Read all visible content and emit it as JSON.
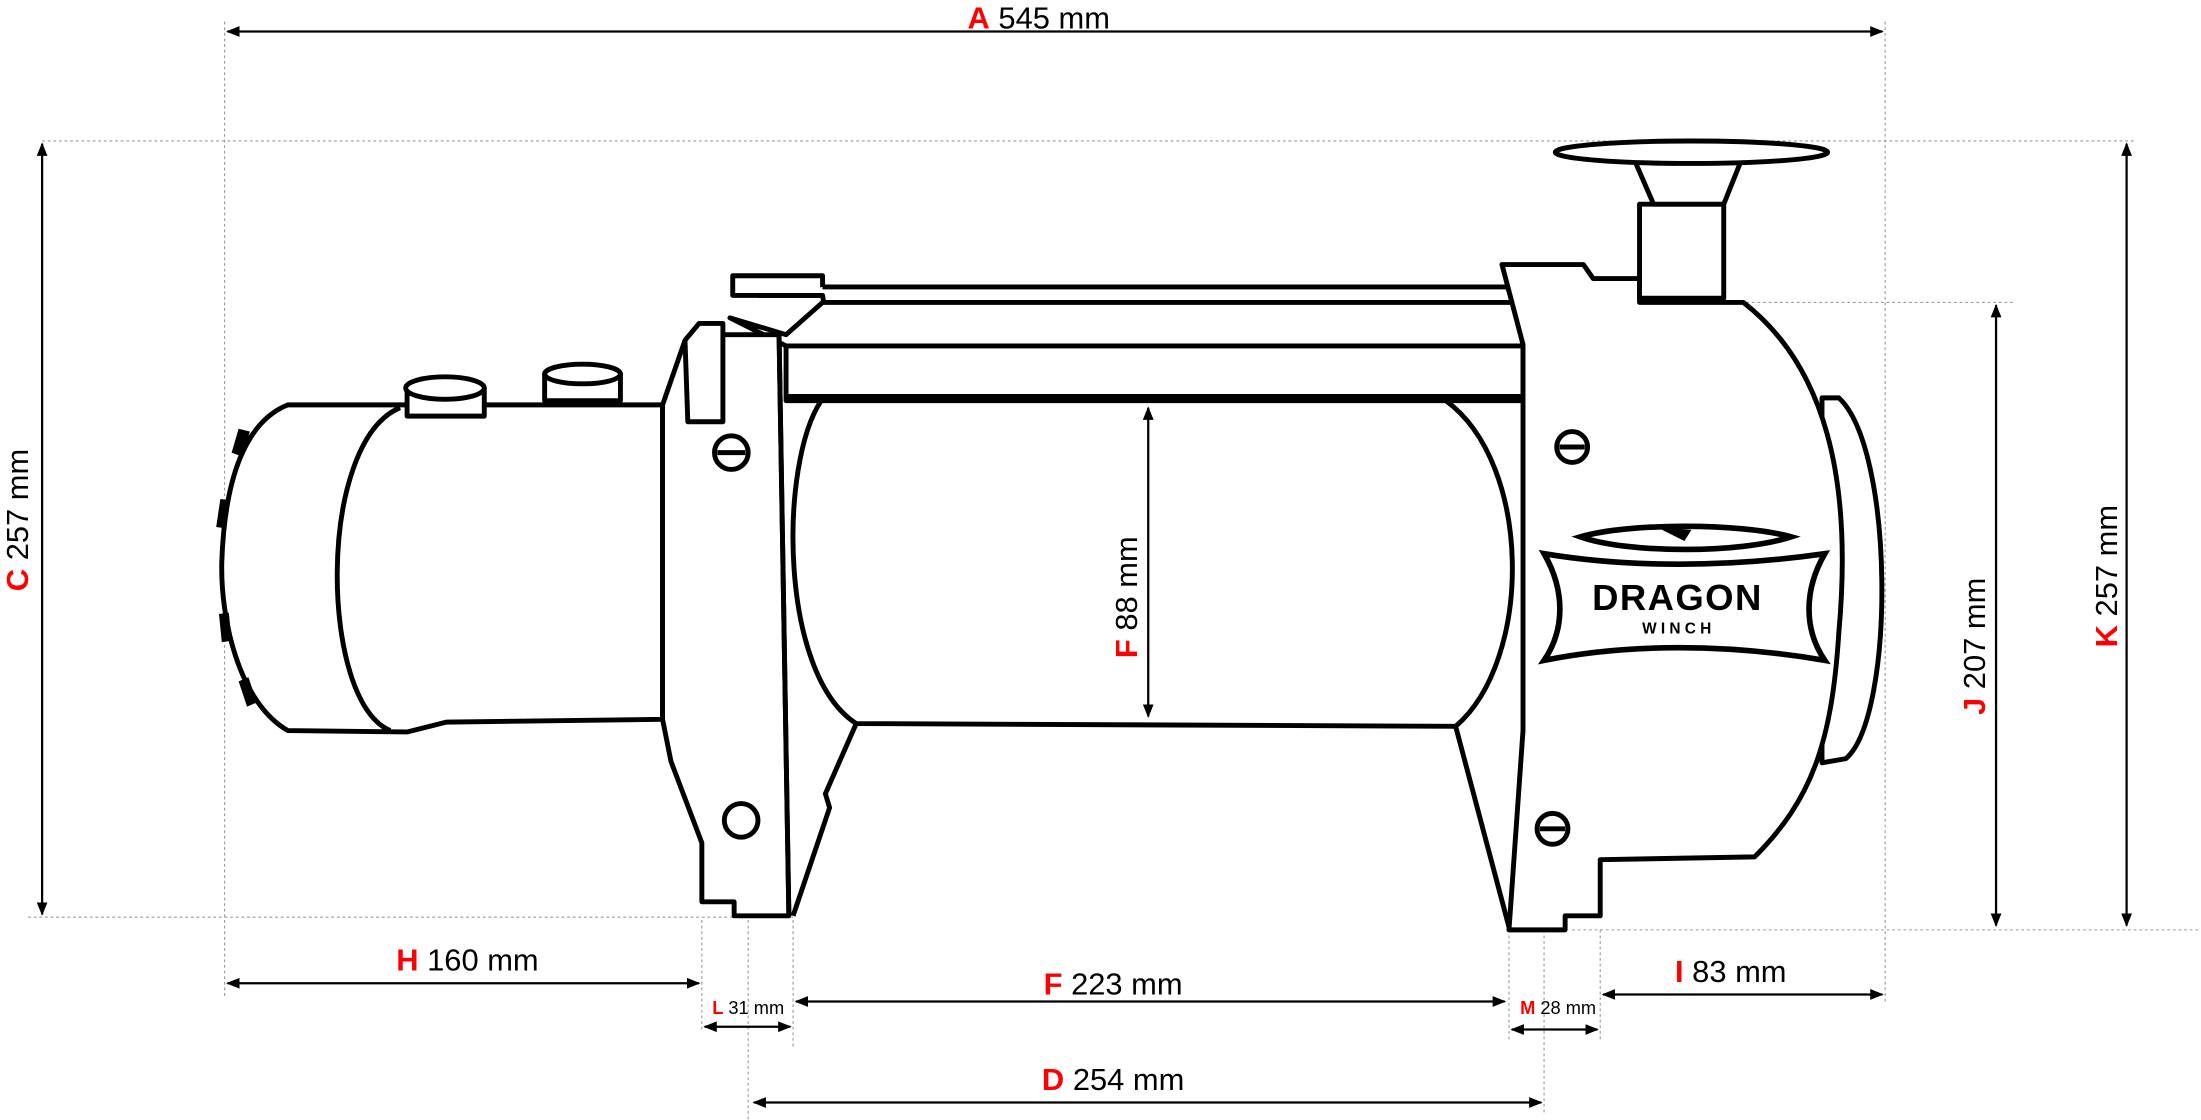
{
  "title": "Dragon Winch dimensions",
  "logo": {
    "brand": "DRAGON",
    "sub": "WINCH"
  },
  "dimensions": {
    "A": {
      "key": "A",
      "value": "545 mm"
    },
    "C": {
      "key": "C",
      "value": "257 mm"
    },
    "K": {
      "key": "K",
      "value": "257 mm"
    },
    "J": {
      "key": "J",
      "value": "207 mm"
    },
    "F_drum": {
      "key": "F",
      "value": "88 mm"
    },
    "H": {
      "key": "H",
      "value": "160 mm"
    },
    "L": {
      "key": "L",
      "value": "31 mm"
    },
    "F": {
      "key": "F",
      "value": "223 mm"
    },
    "M": {
      "key": "M",
      "value": "28 mm"
    },
    "I": {
      "key": "I",
      "value": "83 mm"
    },
    "D": {
      "key": "D",
      "value": "254 mm"
    }
  },
  "colors": {
    "key": "#ff0000",
    "line": "#000000"
  }
}
